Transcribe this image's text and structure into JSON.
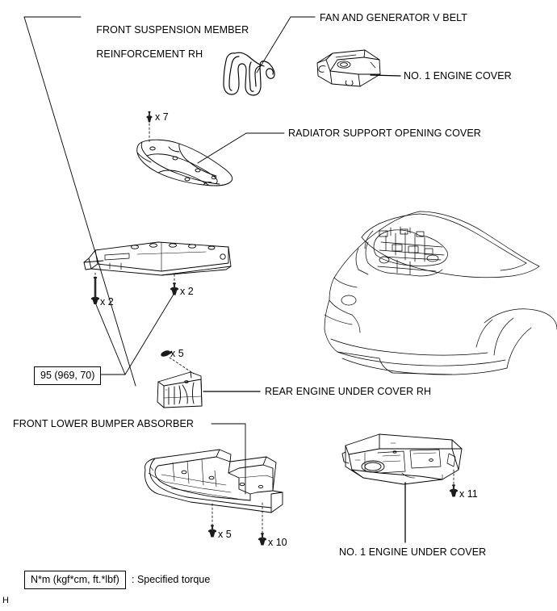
{
  "diagram": {
    "title_marks": {
      "corner_mark": "H"
    },
    "callouts": [
      {
        "id": "front-suspension-member-reinforcement-rh",
        "label": "FRONT SUSPENSION MEMBER\nREINFORCEMENT RH",
        "line1": "FRONT SUSPENSION MEMBER",
        "line2": "REINFORCEMENT RH"
      },
      {
        "id": "fan-and-generator-v-belt",
        "label": "FAN AND GENERATOR V BELT"
      },
      {
        "id": "no-1-engine-cover",
        "label": "NO. 1 ENGINE COVER"
      },
      {
        "id": "radiator-support-opening-cover",
        "label": "RADIATOR SUPPORT OPENING COVER"
      },
      {
        "id": "rear-engine-under-cover-rh",
        "label": "REAR ENGINE UNDER COVER RH"
      },
      {
        "id": "front-lower-bumper-absorber",
        "label": "FRONT LOWER BUMPER ABSORBER"
      },
      {
        "id": "no-1-engine-under-cover",
        "label": "NO. 1 ENGINE UNDER COVER"
      }
    ],
    "fastener_quantities": [
      {
        "id": "radiator-cover-clips",
        "text": "x 7",
        "type": "clip"
      },
      {
        "id": "suspension-bolt-left",
        "text": "x 2",
        "type": "long-bolt"
      },
      {
        "id": "suspension-bolt-right",
        "text": "x 2",
        "type": "short-bolt"
      },
      {
        "id": "rear-under-cover-clips",
        "text": "x 5",
        "type": "push-clip"
      },
      {
        "id": "bumper-absorber-bolts",
        "text": "x 5",
        "type": "short-bolt"
      },
      {
        "id": "bumper-absorber-clips",
        "text": "x 10",
        "type": "short-bolt"
      },
      {
        "id": "engine-under-cover-bolts",
        "text": "x 11",
        "type": "short-bolt"
      }
    ],
    "torque_specs": [
      {
        "id": "suspension-member-torque",
        "value": "95 (969, 70)"
      }
    ],
    "legend": {
      "box_text": "N*m (kgf*cm, ft.*lbf)",
      "description": ": Specified torque"
    }
  }
}
